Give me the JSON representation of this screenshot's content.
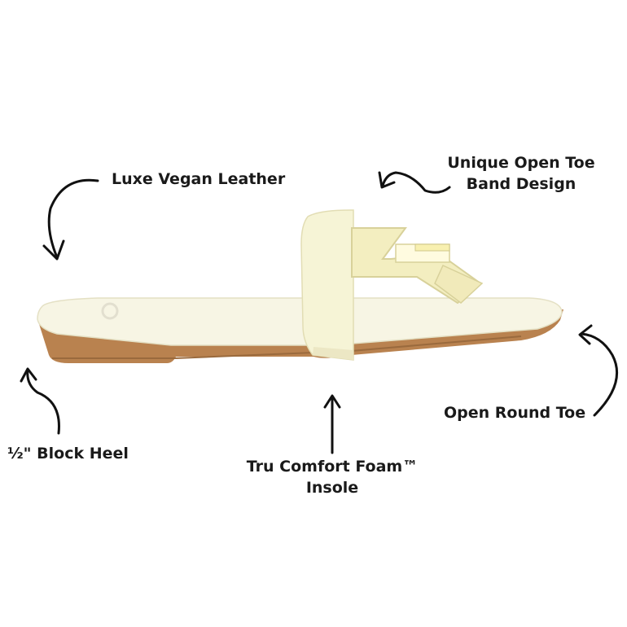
{
  "callouts": {
    "vegan_leather": "Luxe Vegan Leather",
    "band_design_line1": "Unique Open Toe",
    "band_design_line2": "Band Design",
    "open_round_toe": "Open Round Toe",
    "block_heel": "½\" Block Heel",
    "insole_line1": "Tru Comfort Foam™",
    "insole_line2": "Insole"
  },
  "product_icons": {
    "sandal": "slide-sandal-image",
    "buckle": "square-buckle-ornament"
  },
  "colors": {
    "upper": "#f6f4d6",
    "buckle": "#f3eec0",
    "sole_tan": "#b9824f",
    "text": "#1a1a1a"
  }
}
